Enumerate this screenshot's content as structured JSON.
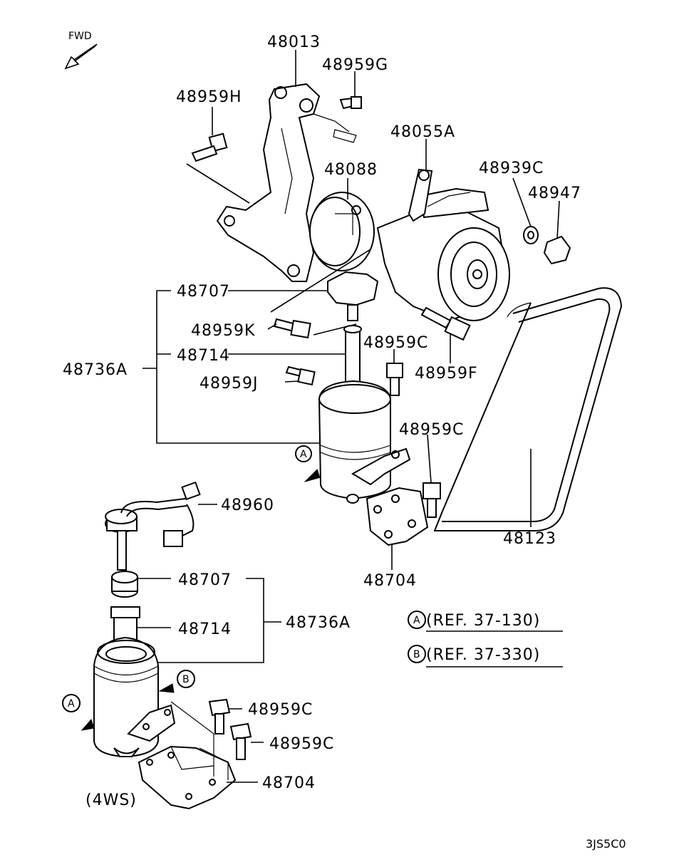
{
  "fwd": "FWD",
  "diagram_code": "3JS5C0",
  "variant_note": "(4WS)",
  "refs": [
    {
      "mark": "A",
      "text": "(REF. 37-130)"
    },
    {
      "mark": "B",
      "text": "(REF. 37-330)"
    }
  ],
  "callout_marks": {
    "a": "A",
    "b": "B"
  },
  "labels": {
    "p48013": "48013",
    "p48959G": "48959G",
    "p48959H": "48959H",
    "p48055A": "48055A",
    "p48088": "48088",
    "p48939C": "48939C",
    "p48947": "48947",
    "p48707_top": "48707",
    "p48959K": "48959K",
    "p48714_top": "48714",
    "p48736A_top": "48736A",
    "p48959C_1": "48959C",
    "p48959J": "48959J",
    "p48959F": "48959F",
    "p48959C_2": "48959C",
    "p48960": "48960",
    "p48123": "48123",
    "p48704_top": "48704",
    "p48707_bot": "48707",
    "p48714_bot": "48714",
    "p48736A_bot": "48736A",
    "p48959C_3": "48959C",
    "p48959C_4": "48959C",
    "p48704_bot": "48704"
  }
}
